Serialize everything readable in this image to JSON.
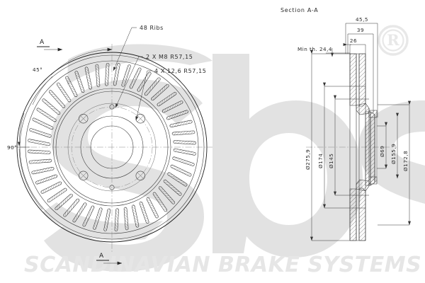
{
  "drawing": {
    "title_section": "Section A-A",
    "watermark_logo": "sbs",
    "watermark_registered": "registered-trademark",
    "footer_text": "SCANDINAVIAN BRAKE SYSTEMS",
    "colors": {
      "line": "#2b2b2b",
      "text": "#2a2a2a",
      "watermark": "#e2e2e2",
      "background": "#ffffff"
    }
  },
  "front_view": {
    "section_marks": [
      {
        "label": "A",
        "position": "top"
      },
      {
        "label": "A",
        "position": "bottom"
      }
    ],
    "annotations": [
      {
        "id": "ribs",
        "text": "48 Ribs"
      },
      {
        "id": "holes8",
        "text": "2 X M8   R57,15"
      },
      {
        "id": "holes12",
        "text": "4 X  12,6   R57,15"
      }
    ],
    "angles": [
      {
        "id": "angle-45",
        "text": "45°"
      },
      {
        "id": "angle-90",
        "text": "90°"
      }
    ],
    "rib_count": 48,
    "bolt_holes_large": 4,
    "bolt_holes_small": 2
  },
  "section_view": {
    "heading": "Section A-A",
    "min_thickness": "Min th. 24,4",
    "linear_dims": [
      {
        "id": "dim-45-5",
        "text": "45,5"
      },
      {
        "id": "dim-39",
        "text": "39"
      },
      {
        "id": "dim-26",
        "text": "26"
      }
    ],
    "diameter_dims": [
      {
        "id": "dia-275-9",
        "text": "Ø275,9"
      },
      {
        "id": "dia-174",
        "text": "Ø174"
      },
      {
        "id": "dia-145",
        "text": "Ø145"
      },
      {
        "id": "dia-69",
        "text": "Ø69"
      },
      {
        "id": "dia-155-9",
        "text": "Ø155,9"
      },
      {
        "id": "dia-172-8",
        "text": "Ø172,8"
      }
    ]
  }
}
